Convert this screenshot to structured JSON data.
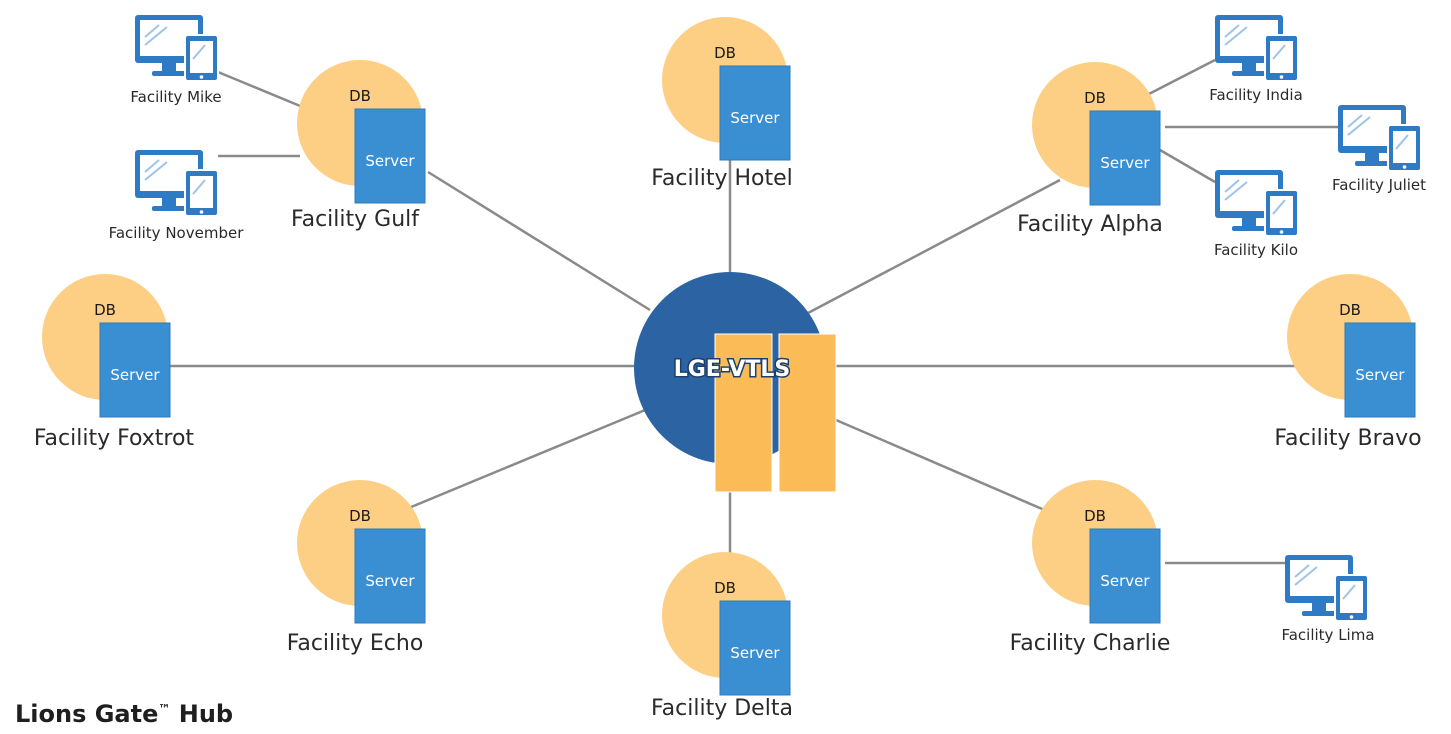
{
  "hub": {
    "label": "LGE-VTLS"
  },
  "footer": {
    "title": "Lions Gate",
    "trademark": "™",
    "suffix": " Hub"
  },
  "facility_node": {
    "db_label": "DB",
    "server_label": "Server"
  },
  "facilities": [
    {
      "id": "gulf",
      "name": "Facility Gulf"
    },
    {
      "id": "hotel",
      "name": "Facility Hotel"
    },
    {
      "id": "alpha",
      "name": "Facility Alpha"
    },
    {
      "id": "foxtrot",
      "name": "Facility Foxtrot"
    },
    {
      "id": "bravo",
      "name": "Facility Bravo"
    },
    {
      "id": "echo",
      "name": "Facility Echo"
    },
    {
      "id": "delta",
      "name": "Facility Delta"
    },
    {
      "id": "charlie",
      "name": "Facility Charlie"
    }
  ],
  "devices": [
    {
      "id": "mike",
      "name": "Facility Mike",
      "parent": "gulf"
    },
    {
      "id": "november",
      "name": "Facility November",
      "parent": "gulf"
    },
    {
      "id": "india",
      "name": "Facility India",
      "parent": "alpha"
    },
    {
      "id": "juliet",
      "name": "Facility Juliet",
      "parent": "alpha"
    },
    {
      "id": "kilo",
      "name": "Facility Kilo",
      "parent": "alpha"
    },
    {
      "id": "lima",
      "name": "Facility Lima",
      "parent": "charlie"
    }
  ],
  "colors": {
    "db": "#fdcf85",
    "server": "#3a8fd3",
    "hub_circle": "#2c64a3",
    "hub_tower": "#fbbc58",
    "connector": "#8a8a8a",
    "device": "#2e7ac4"
  },
  "icons": {
    "device": "desktop-and-tablet-icon"
  }
}
